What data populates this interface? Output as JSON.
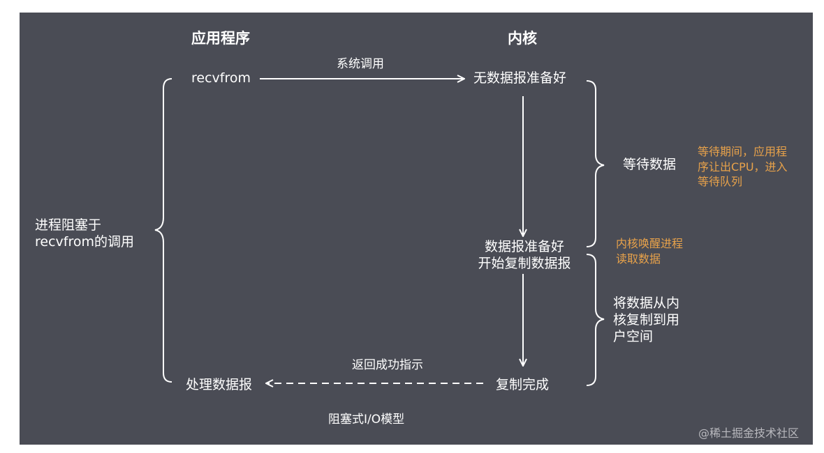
{
  "headers": {
    "app": "应用程序",
    "kernel": "内核"
  },
  "app_side": {
    "recvfrom": "recvfrom",
    "process_datagram": "处理数据报"
  },
  "kernel_side": {
    "no_data_ready": "无数据报准备好",
    "data_ready_line1": "数据报准备好",
    "data_ready_line2": "开始复制数据报",
    "copy_complete": "复制完成"
  },
  "arrows": {
    "system_call": "系统调用",
    "return_success": "返回成功指示"
  },
  "brackets": {
    "left_line1": "进程阻塞于",
    "left_line2": "recvfrom的调用",
    "wait_data": "等待数据",
    "copy_line1": "将数据从内",
    "copy_line2": "核复制到用",
    "copy_line3": "户空间"
  },
  "notes": {
    "wait_line1": "等待期间，应用程",
    "wait_line2": "序让出CPU，进入",
    "wait_line3": "等待队列",
    "wake_line1": "内核唤醒进程",
    "wake_line2": "读取数据"
  },
  "caption": "阻塞式I/O模型",
  "watermark": "@稀土掘金技术社区",
  "colors": {
    "panel": "#4a4c55",
    "text": "#ffffff",
    "note": "#e8a24a"
  }
}
